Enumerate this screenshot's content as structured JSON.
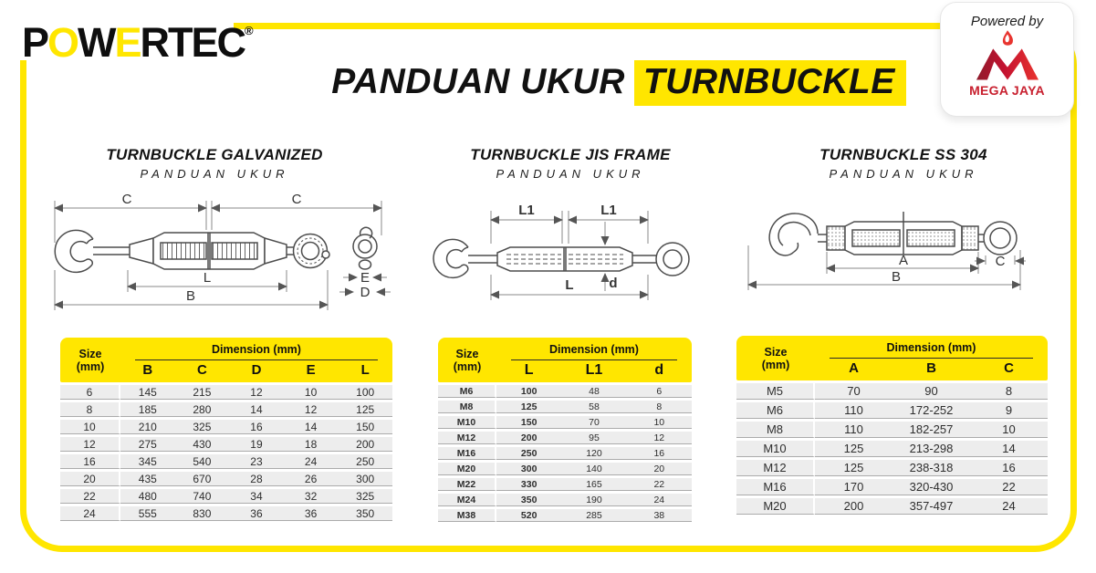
{
  "brand": {
    "p": "P",
    "o": "O",
    "w": "W",
    "e": "E",
    "rtec": "RTEC",
    "reg": "®"
  },
  "powered_card": {
    "powered_by": "Powered by",
    "brand_name": "MEGA JAYA"
  },
  "title": {
    "prefix": "PANDUAN UKUR",
    "highlight": "TURNBUCKLE"
  },
  "colors": {
    "accent_yellow": "#FFE600",
    "brand_red": "#C8202F"
  },
  "sections": [
    {
      "heading": "TURNBUCKLE GALVANIZED",
      "subheading": "PANDUAN UKUR"
    },
    {
      "heading": "TURNBUCKLE JIS FRAME",
      "subheading": "PANDUAN UKUR"
    },
    {
      "heading": "TURNBUCKLE SS 304",
      "subheading": "PANDUAN UKUR"
    }
  ],
  "drawings": {
    "galvanized": {
      "labels": {
        "c": "C",
        "l": "L",
        "b": "B",
        "e": "E",
        "d": "D"
      }
    },
    "jis": {
      "labels": {
        "l1": "L1",
        "l": "L",
        "d": "d"
      }
    },
    "ss304": {
      "labels": {
        "a": "A",
        "b": "B",
        "c": "C"
      }
    }
  },
  "tables": [
    {
      "size_label": "Size\n(mm)",
      "dim_label": "Dimension (mm)",
      "columns": [
        "B",
        "C",
        "D",
        "E",
        "L"
      ],
      "rows": [
        [
          "6",
          "145",
          "215",
          "12",
          "10",
          "100"
        ],
        [
          "8",
          "185",
          "280",
          "14",
          "12",
          "125"
        ],
        [
          "10",
          "210",
          "325",
          "16",
          "14",
          "150"
        ],
        [
          "12",
          "275",
          "430",
          "19",
          "18",
          "200"
        ],
        [
          "16",
          "345",
          "540",
          "23",
          "24",
          "250"
        ],
        [
          "20",
          "435",
          "670",
          "28",
          "26",
          "300"
        ],
        [
          "22",
          "480",
          "740",
          "34",
          "32",
          "325"
        ],
        [
          "24",
          "555",
          "830",
          "36",
          "36",
          "350"
        ]
      ]
    },
    {
      "size_label": "Size\n(mm)",
      "dim_label": "Dimension (mm)",
      "columns": [
        "L",
        "L1",
        "d"
      ],
      "rows": [
        [
          "M6",
          "100",
          "48",
          "6"
        ],
        [
          "M8",
          "125",
          "58",
          "8"
        ],
        [
          "M10",
          "150",
          "70",
          "10"
        ],
        [
          "M12",
          "200",
          "95",
          "12"
        ],
        [
          "M16",
          "250",
          "120",
          "16"
        ],
        [
          "M20",
          "300",
          "140",
          "20"
        ],
        [
          "M22",
          "330",
          "165",
          "22"
        ],
        [
          "M24",
          "350",
          "190",
          "24"
        ],
        [
          "M38",
          "520",
          "285",
          "38"
        ]
      ]
    },
    {
      "size_label": "Size\n(mm)",
      "dim_label": "Dimension (mm)",
      "columns": [
        "A",
        "B",
        "C"
      ],
      "rows": [
        [
          "M5",
          "70",
          "90",
          "8"
        ],
        [
          "M6",
          "110",
          "172-252",
          "9"
        ],
        [
          "M8",
          "110",
          "182-257",
          "10"
        ],
        [
          "M10",
          "125",
          "213-298",
          "14"
        ],
        [
          "M12",
          "125",
          "238-318",
          "16"
        ],
        [
          "M16",
          "170",
          "320-430",
          "22"
        ],
        [
          "M20",
          "200",
          "357-497",
          "24"
        ]
      ]
    }
  ]
}
